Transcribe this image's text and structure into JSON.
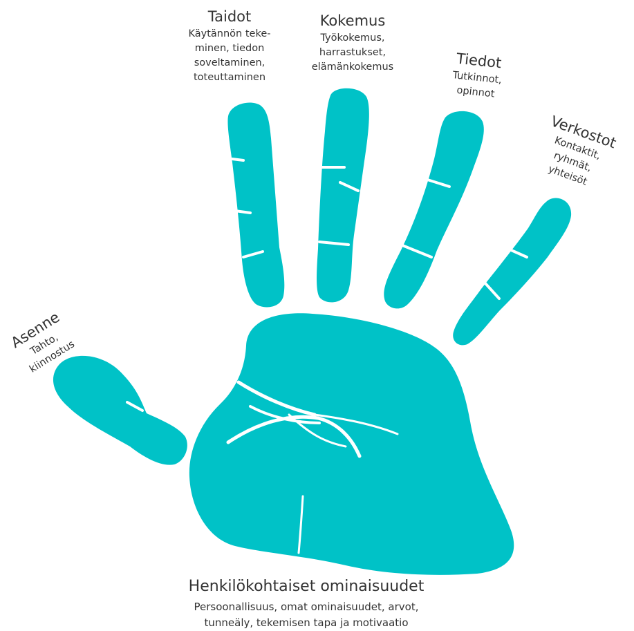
{
  "colors": {
    "hand": "#00C2C7",
    "text": "#333333",
    "background": "#ffffff"
  },
  "labels": {
    "taidot": {
      "title": "Taidot",
      "desc": "Käytännön teke-\nminen, tiedon\nsoveltaminen,\ntoteuttaminen"
    },
    "kokemus": {
      "title": "Kokemus",
      "desc": "Työkokemus,\nharrastukset,\nelämänkokemus"
    },
    "tiedot": {
      "title": "Tiedot",
      "desc": "Tutkinnot,\nopinnot"
    },
    "verkostot": {
      "title": "Verkostot",
      "desc": "Kontaktit,\nryhmät,\nyhteisöt"
    },
    "asenne": {
      "title": "Asenne",
      "desc": "Tahto,\nkiinnostus"
    },
    "henkilokohtaiset": {
      "title": "Henkilökohtaiset ominaisuudet",
      "desc": "Persoonallisuus, omat ominaisuudet, arvot,\ntunneäly, tekemisen tapa ja motivaatio"
    }
  }
}
